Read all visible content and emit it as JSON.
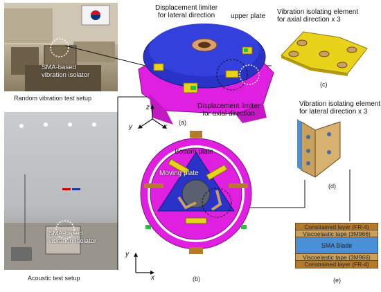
{
  "photos": {
    "top_label": "SMA-based\nvibration isolator",
    "top_caption": "Random vibration test setup",
    "bottom_label": "SMA-based\nvibration isolator",
    "bottom_caption": "Acoustic test setup"
  },
  "labels_a": {
    "limiter_lateral": "Displacement limiter\nfor lateral direction",
    "upper_plate": "upper plate",
    "limiter_axial": "Displacement limiter\nfor axial direction",
    "caption": "(a)"
  },
  "labels_b": {
    "bottom_plate": "Bottom plate",
    "moving_plate": "Moving plate",
    "caption": "(b)"
  },
  "panel_c": {
    "title": "Vibration isolating element\nfor axial direction x 3",
    "caption": "(c)"
  },
  "panel_d": {
    "title": "Vibration isolating element\nfor lateral direction x 3",
    "caption": "(d)"
  },
  "panel_e": {
    "layers": [
      "Constrained layer (FR-4)",
      "Viscoelastic tape (3M966)",
      "SMA Blade",
      "Viscoelastic tape (3M966)",
      "Constrained layer (FR-4)"
    ],
    "caption": "(e)"
  },
  "axes": {
    "a": {
      "z": "z",
      "y": "y",
      "x": "x"
    },
    "b": {
      "y": "y",
      "x": "x"
    }
  },
  "colors": {
    "magenta": "#e020e0",
    "blue": "#2a33c8",
    "yellow": "#e8d21a",
    "blade": "#4a90d9",
    "tape": "#c9a15a",
    "fr4": "#b57a2a"
  }
}
